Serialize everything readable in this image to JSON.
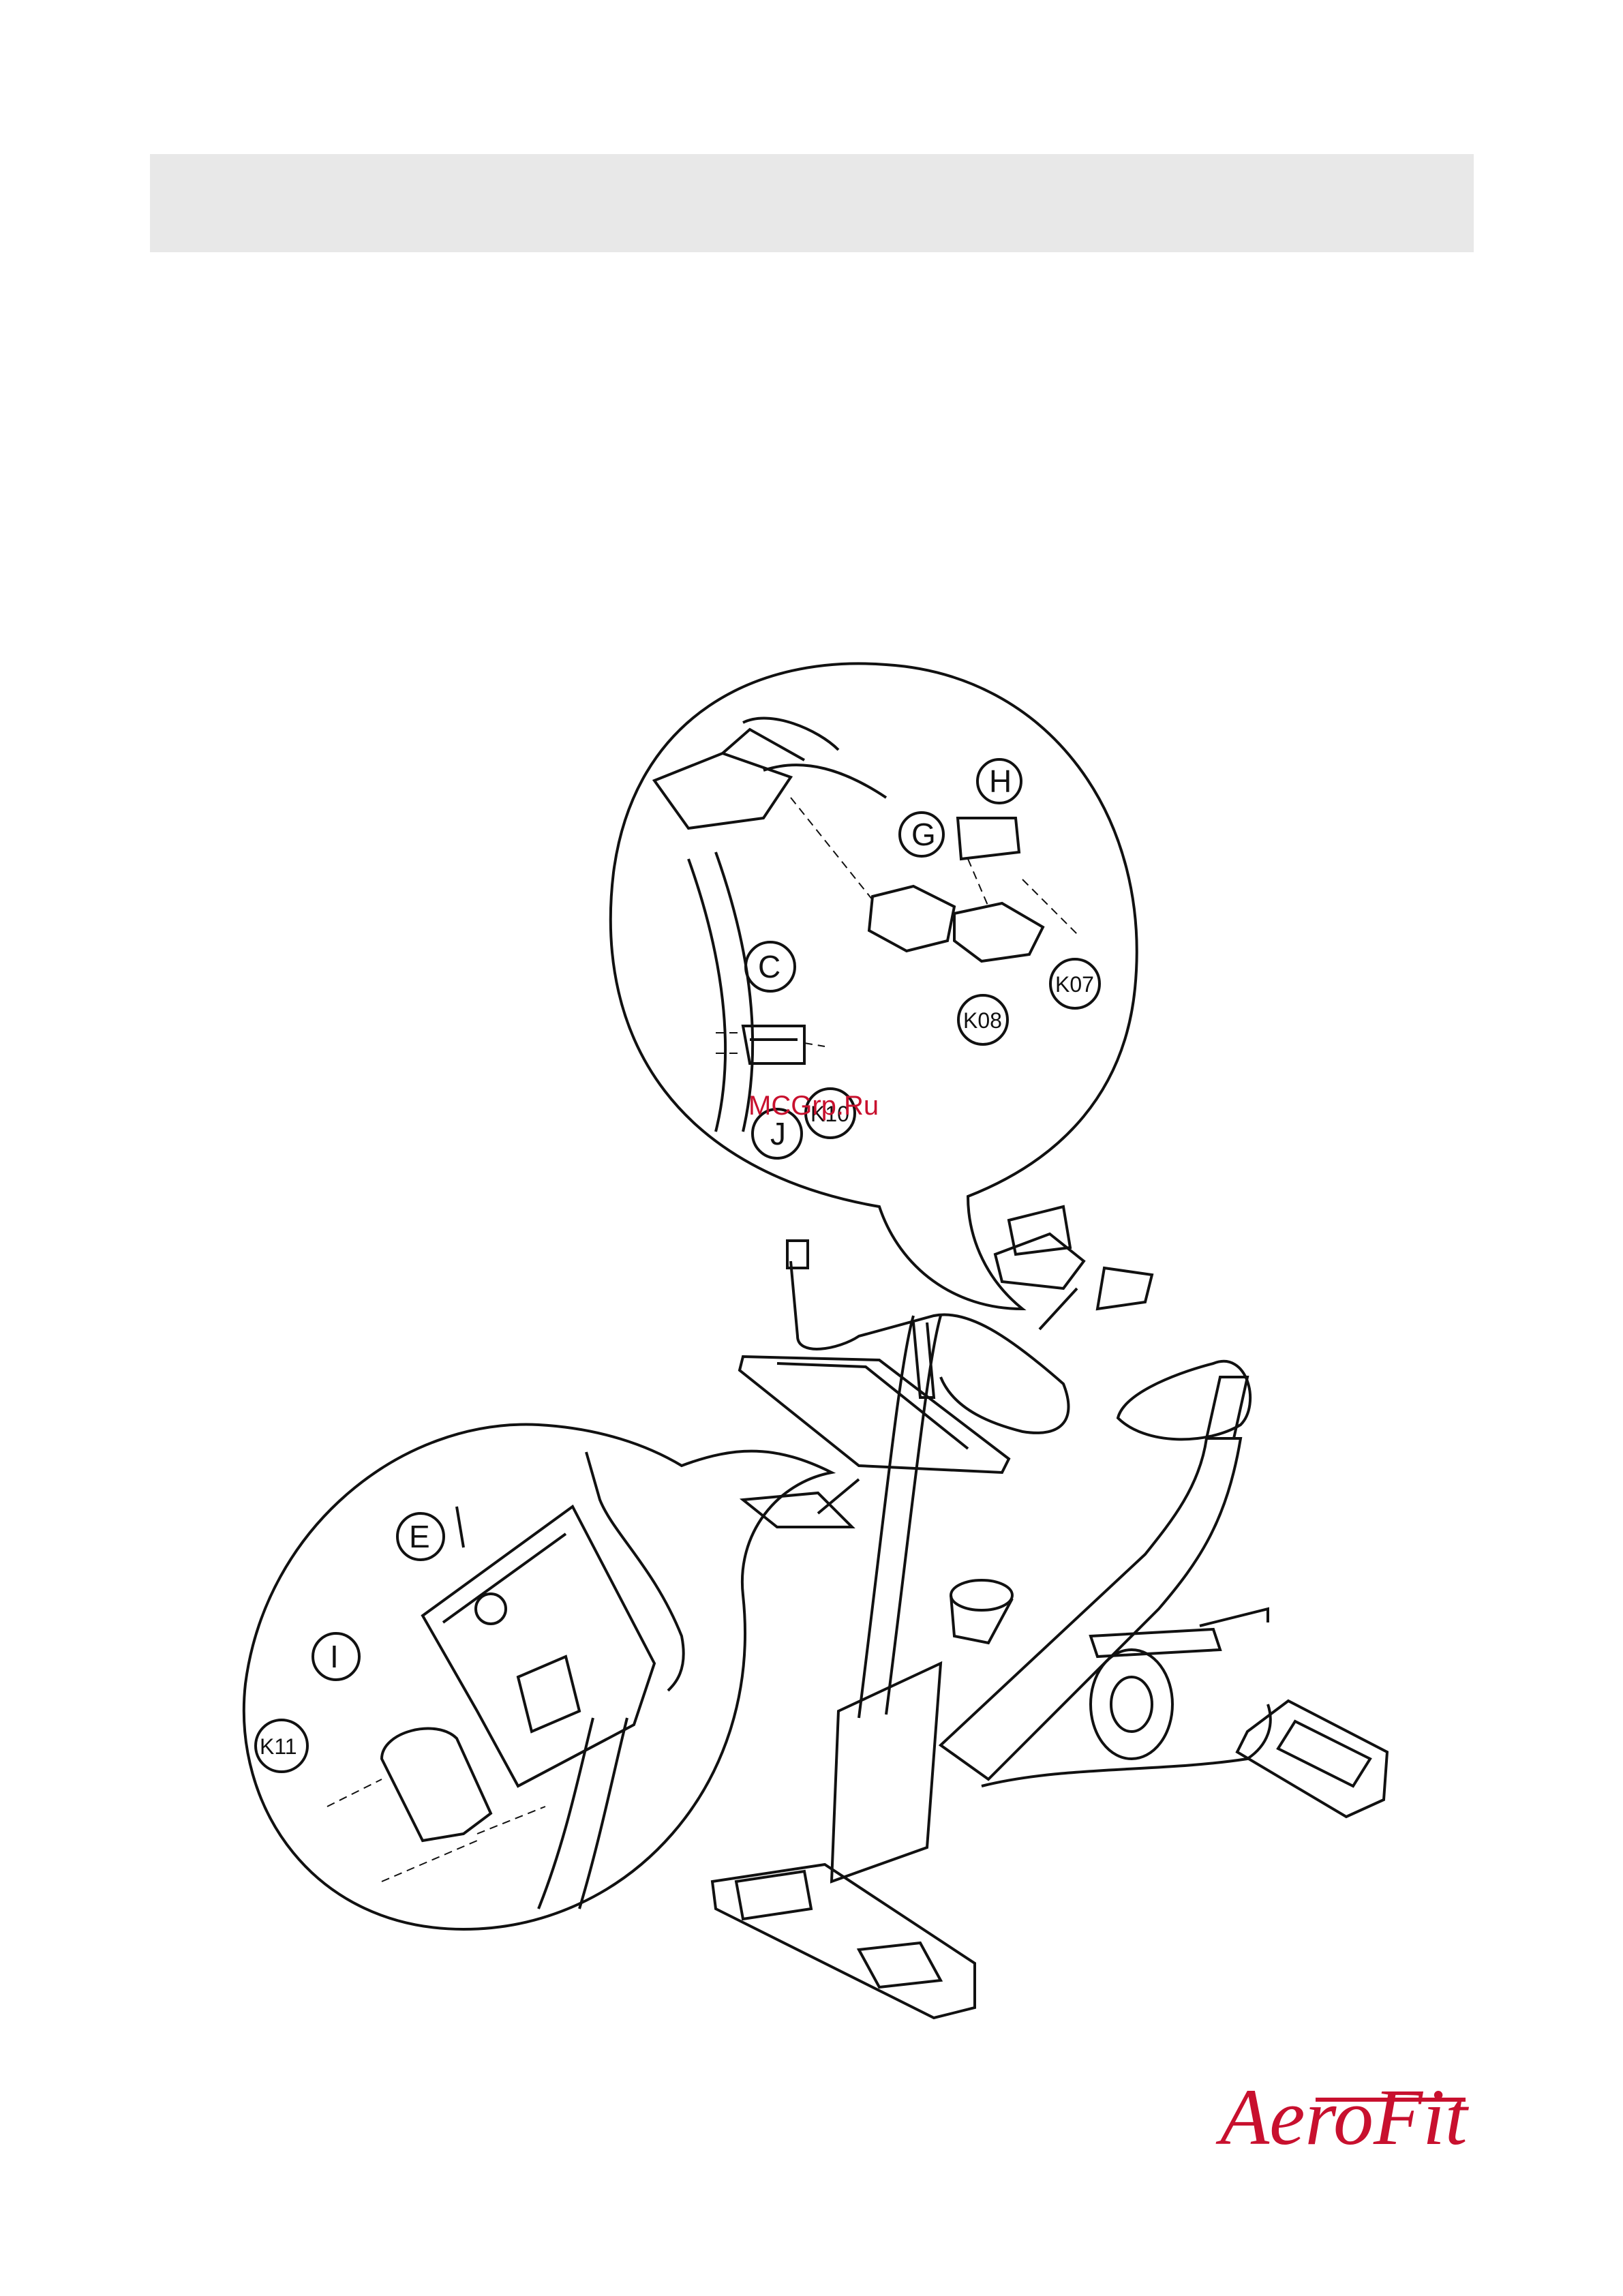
{
  "callouts": {
    "H": "H",
    "G": "G",
    "C": "C",
    "K07": "K07",
    "K08": "K08",
    "K10": "K10",
    "J": "J",
    "E": "E",
    "I": "I",
    "K11": "K11"
  },
  "watermark": "MCGrp.Ru",
  "brand": {
    "logo_text": "AeroFit",
    "color": "#c8102e"
  }
}
